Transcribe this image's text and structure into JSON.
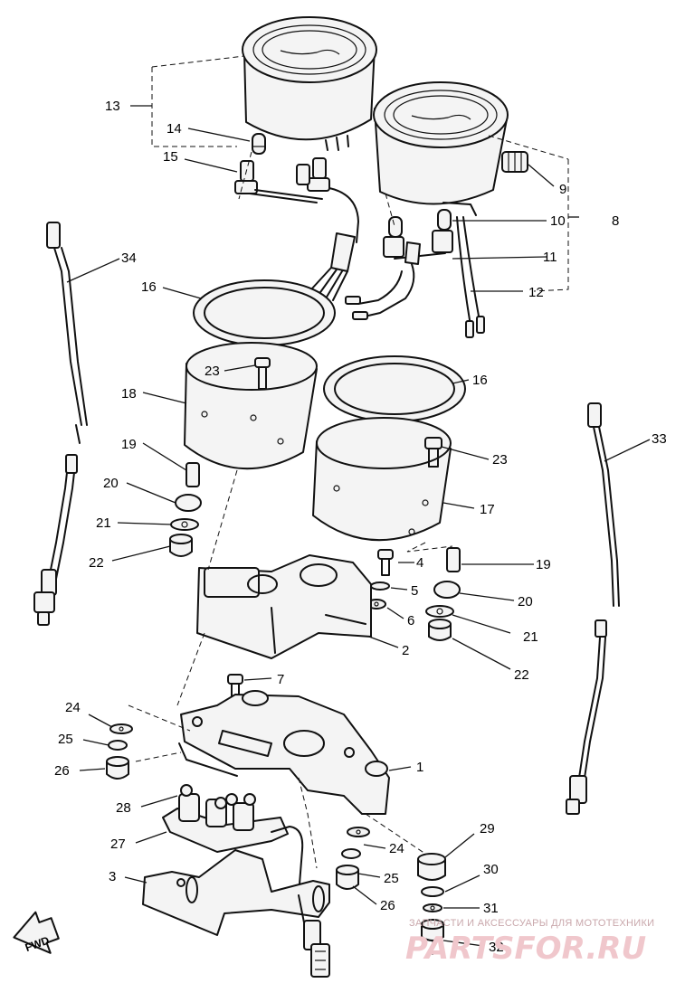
{
  "diagram": {
    "callouts": [
      {
        "id": "p13a",
        "text": "13"
      },
      {
        "id": "p14",
        "text": "14"
      },
      {
        "id": "p15",
        "text": "15"
      },
      {
        "id": "p9",
        "text": "9"
      },
      {
        "id": "p10",
        "text": "10"
      },
      {
        "id": "p8",
        "text": "8"
      },
      {
        "id": "p11",
        "text": "11"
      },
      {
        "id": "p12",
        "text": "12"
      },
      {
        "id": "p34",
        "text": "34"
      },
      {
        "id": "p16a",
        "text": "16"
      },
      {
        "id": "p23a",
        "text": "23"
      },
      {
        "id": "p16b",
        "text": "16"
      },
      {
        "id": "p18",
        "text": "18"
      },
      {
        "id": "p19a",
        "text": "19"
      },
      {
        "id": "p23b",
        "text": "23"
      },
      {
        "id": "p33",
        "text": "33"
      },
      {
        "id": "p20a",
        "text": "20"
      },
      {
        "id": "p17",
        "text": "17"
      },
      {
        "id": "p21a",
        "text": "21"
      },
      {
        "id": "p22a",
        "text": "22"
      },
      {
        "id": "p4",
        "text": "4"
      },
      {
        "id": "p19b",
        "text": "19"
      },
      {
        "id": "p5",
        "text": "5"
      },
      {
        "id": "p20b",
        "text": "20"
      },
      {
        "id": "p6",
        "text": "6"
      },
      {
        "id": "p21b",
        "text": "21"
      },
      {
        "id": "p2",
        "text": "2"
      },
      {
        "id": "p22b",
        "text": "22"
      },
      {
        "id": "p7",
        "text": "7"
      },
      {
        "id": "p24a",
        "text": "24"
      },
      {
        "id": "p25a",
        "text": "25"
      },
      {
        "id": "p26a",
        "text": "26"
      },
      {
        "id": "p1",
        "text": "1"
      },
      {
        "id": "p28",
        "text": "28"
      },
      {
        "id": "p29",
        "text": "29"
      },
      {
        "id": "p27",
        "text": "27"
      },
      {
        "id": "p24b",
        "text": "24"
      },
      {
        "id": "p3",
        "text": "3"
      },
      {
        "id": "p25b",
        "text": "25"
      },
      {
        "id": "p30",
        "text": "30"
      },
      {
        "id": "p26b",
        "text": "26"
      },
      {
        "id": "p31",
        "text": "31"
      },
      {
        "id": "p32",
        "text": "32"
      }
    ],
    "fwd_label": "FWD"
  },
  "watermark": {
    "tagline": "ЗАПЧАСТИ И АКСЕССУАРЫ ДЛЯ МОТОТЕХНИКИ",
    "brand": "PARTSFOR.RU"
  }
}
